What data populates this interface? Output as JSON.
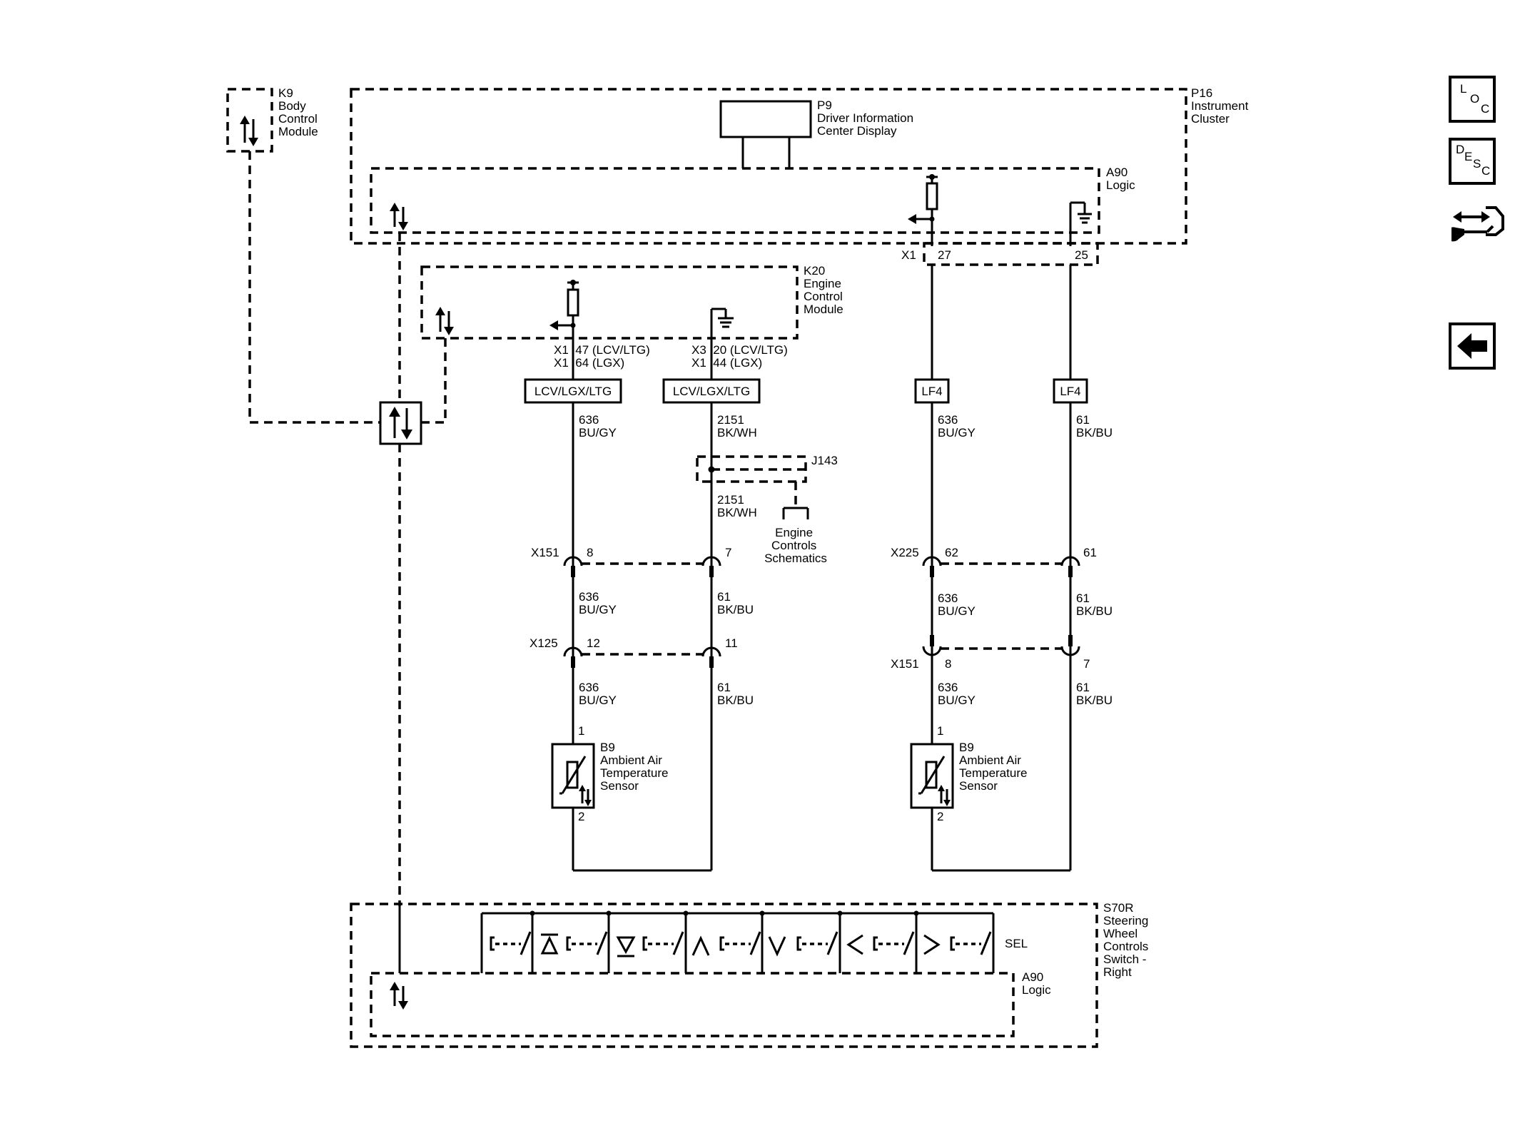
{
  "components": {
    "k9": {
      "lines": [
        "K9",
        "Body",
        "Control",
        "Module"
      ]
    },
    "p16": {
      "lines": [
        "P16",
        "Instrument",
        "Cluster"
      ]
    },
    "p9": {
      "lines": [
        "P9",
        "Driver Information",
        "Center Display"
      ]
    },
    "a90_top": {
      "lines": [
        "A90",
        "Logic"
      ]
    },
    "k20": {
      "lines": [
        "K20",
        "Engine",
        "Control",
        "Module"
      ]
    },
    "j143": {
      "label": "J143"
    },
    "engine_schematics": {
      "lines": [
        "Engine",
        "Controls",
        "Schematics"
      ]
    },
    "b9_left": {
      "lines": [
        "B9",
        "Ambient Air",
        "Temperature",
        "Sensor"
      ]
    },
    "b9_right": {
      "lines": [
        "B9",
        "Ambient Air",
        "Temperature",
        "Sensor"
      ]
    },
    "s70r": {
      "lines": [
        "S70R",
        "Steering",
        "Wheel",
        "Controls",
        "Switch -",
        "Right"
      ]
    },
    "a90_bottom": {
      "lines": [
        "A90",
        "Logic"
      ]
    },
    "sel": "SEL"
  },
  "connectors": {
    "k20_left": {
      "lines": [
        "X1  47 (LCV/LTG)",
        "X1  64 (LGX)"
      ]
    },
    "k20_right": {
      "lines": [
        "X3  20 (LCV/LTG)",
        "X1  44 (LGX)"
      ]
    },
    "p16_x1": "X1",
    "p16_pin27": "27",
    "p16_pin25": "25",
    "x151_left": "X151",
    "pin8_left": "8",
    "pin7_left": "7",
    "x125": "X125",
    "pin12": "12",
    "pin11": "11",
    "x225": "X225",
    "pin62": "62",
    "pin61": "61",
    "x151_right": "X151",
    "pin8_right": "8",
    "pin7_right": "7",
    "b9l_pin1": "1",
    "b9l_pin2": "2",
    "b9r_pin1": "1",
    "b9r_pin2": "2"
  },
  "option_boxes": [
    "LCV/LGX/LTG",
    "LCV/LGX/LTG",
    "LF4",
    "LF4"
  ],
  "wires": {
    "w_a1": [
      "636",
      "BU/GY"
    ],
    "w_b1": [
      "2151",
      "BK/WH"
    ],
    "w_b2": [
      "2151",
      "BK/WH"
    ],
    "w_c1": [
      "636",
      "BU/GY"
    ],
    "w_d1": [
      "61",
      "BK/BU"
    ],
    "w_a2": [
      "636",
      "BU/GY"
    ],
    "w_b3": [
      "61",
      "BK/BU"
    ],
    "w_c2": [
      "636",
      "BU/GY"
    ],
    "w_d2": [
      "61",
      "BK/BU"
    ],
    "w_a3": [
      "636",
      "BU/GY"
    ],
    "w_b4": [
      "61",
      "BK/BU"
    ],
    "w_c3": [
      "636",
      "BU/GY"
    ],
    "w_d3": [
      "61",
      "BK/BU"
    ]
  },
  "nav": {
    "loc": [
      "L",
      "O",
      "C"
    ],
    "desc": [
      "D",
      "E",
      "S",
      "C"
    ],
    "connector_icon": "connector-end-view-icon",
    "back_icon": "back-arrow-icon"
  }
}
